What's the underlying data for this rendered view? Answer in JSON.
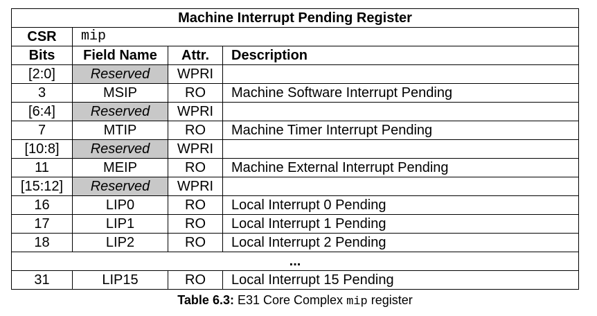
{
  "title": "Machine Interrupt Pending Register",
  "csr_label": "CSR",
  "csr_value": "mip",
  "headers": {
    "bits": "Bits",
    "field": "Field Name",
    "attr": "Attr.",
    "desc": "Description"
  },
  "rows": [
    {
      "bits": "[2:0]",
      "field": "Reserved",
      "attr": "WPRI",
      "desc": ""
    },
    {
      "bits": "3",
      "field": "MSIP",
      "attr": "RO",
      "desc": "Machine Software Interrupt Pending"
    },
    {
      "bits": "[6:4]",
      "field": "Reserved",
      "attr": "WPRI",
      "desc": ""
    },
    {
      "bits": "7",
      "field": "MTIP",
      "attr": "RO",
      "desc": "Machine Timer Interrupt Pending"
    },
    {
      "bits": "[10:8]",
      "field": "Reserved",
      "attr": "WPRI",
      "desc": ""
    },
    {
      "bits": "11",
      "field": "MEIP",
      "attr": "RO",
      "desc": "Machine External Interrupt Pending"
    },
    {
      "bits": "[15:12]",
      "field": "Reserved",
      "attr": "WPRI",
      "desc": ""
    },
    {
      "bits": "16",
      "field": "LIP0",
      "attr": "RO",
      "desc": "Local Interrupt 0 Pending"
    },
    {
      "bits": "17",
      "field": "LIP1",
      "attr": "RO",
      "desc": "Local Interrupt 1 Pending"
    },
    {
      "bits": "18",
      "field": "LIP2",
      "attr": "RO",
      "desc": "Local Interrupt 2 Pending"
    }
  ],
  "ellipsis": "...",
  "last_row": {
    "bits": "31",
    "field": "LIP15",
    "attr": "RO",
    "desc": "Local Interrupt 15 Pending"
  },
  "caption": {
    "label": "Table 6.3:",
    "before": "E31 Core Complex",
    "code": "mip",
    "after": "register"
  }
}
